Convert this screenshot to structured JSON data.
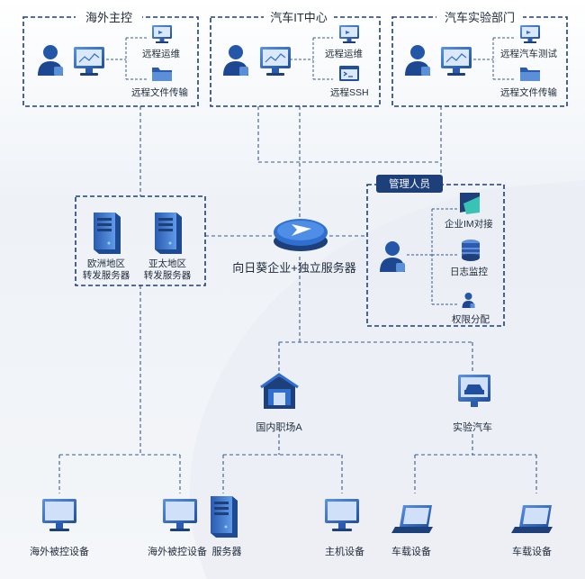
{
  "groups": {
    "overseas_master": "海外主控",
    "auto_it_center": "汽车IT中心",
    "auto_lab": "汽车实验部门",
    "admin": "管理人员"
  },
  "features": {
    "remote_ops_1": "远程运维",
    "remote_file_1": "远程文件传输",
    "remote_ops_2": "远程运维",
    "remote_ssh": "远程SSH",
    "remote_car_test": "远程汽车测试",
    "remote_file_3": "远程文件传输",
    "im": "企业IM对接",
    "log": "日志监控",
    "perm": "权限分配"
  },
  "servers": {
    "eu_line1": "欧洲地区",
    "eu_line2": "转发服务器",
    "ap_line1": "亚太地区",
    "ap_line2": "转发服务器",
    "main": "向日葵企业+独立服务器"
  },
  "sites": {
    "domestic": "国内职场A",
    "test_car": "实验汽车"
  },
  "devices": {
    "overseas_controlled_1": "海外被控设备",
    "overseas_controlled_2": "海外被控设备",
    "server": "服务器",
    "host": "主机设备",
    "vehicle_1": "车载设备",
    "vehicle_2": "车载设备"
  },
  "colors": {
    "dark_blue": "#1d3f7a",
    "mid_blue": "#2f6fd0",
    "light_blue": "#d8e6f8",
    "dash": "#3a5c8c",
    "text": "#1e2a3a"
  }
}
